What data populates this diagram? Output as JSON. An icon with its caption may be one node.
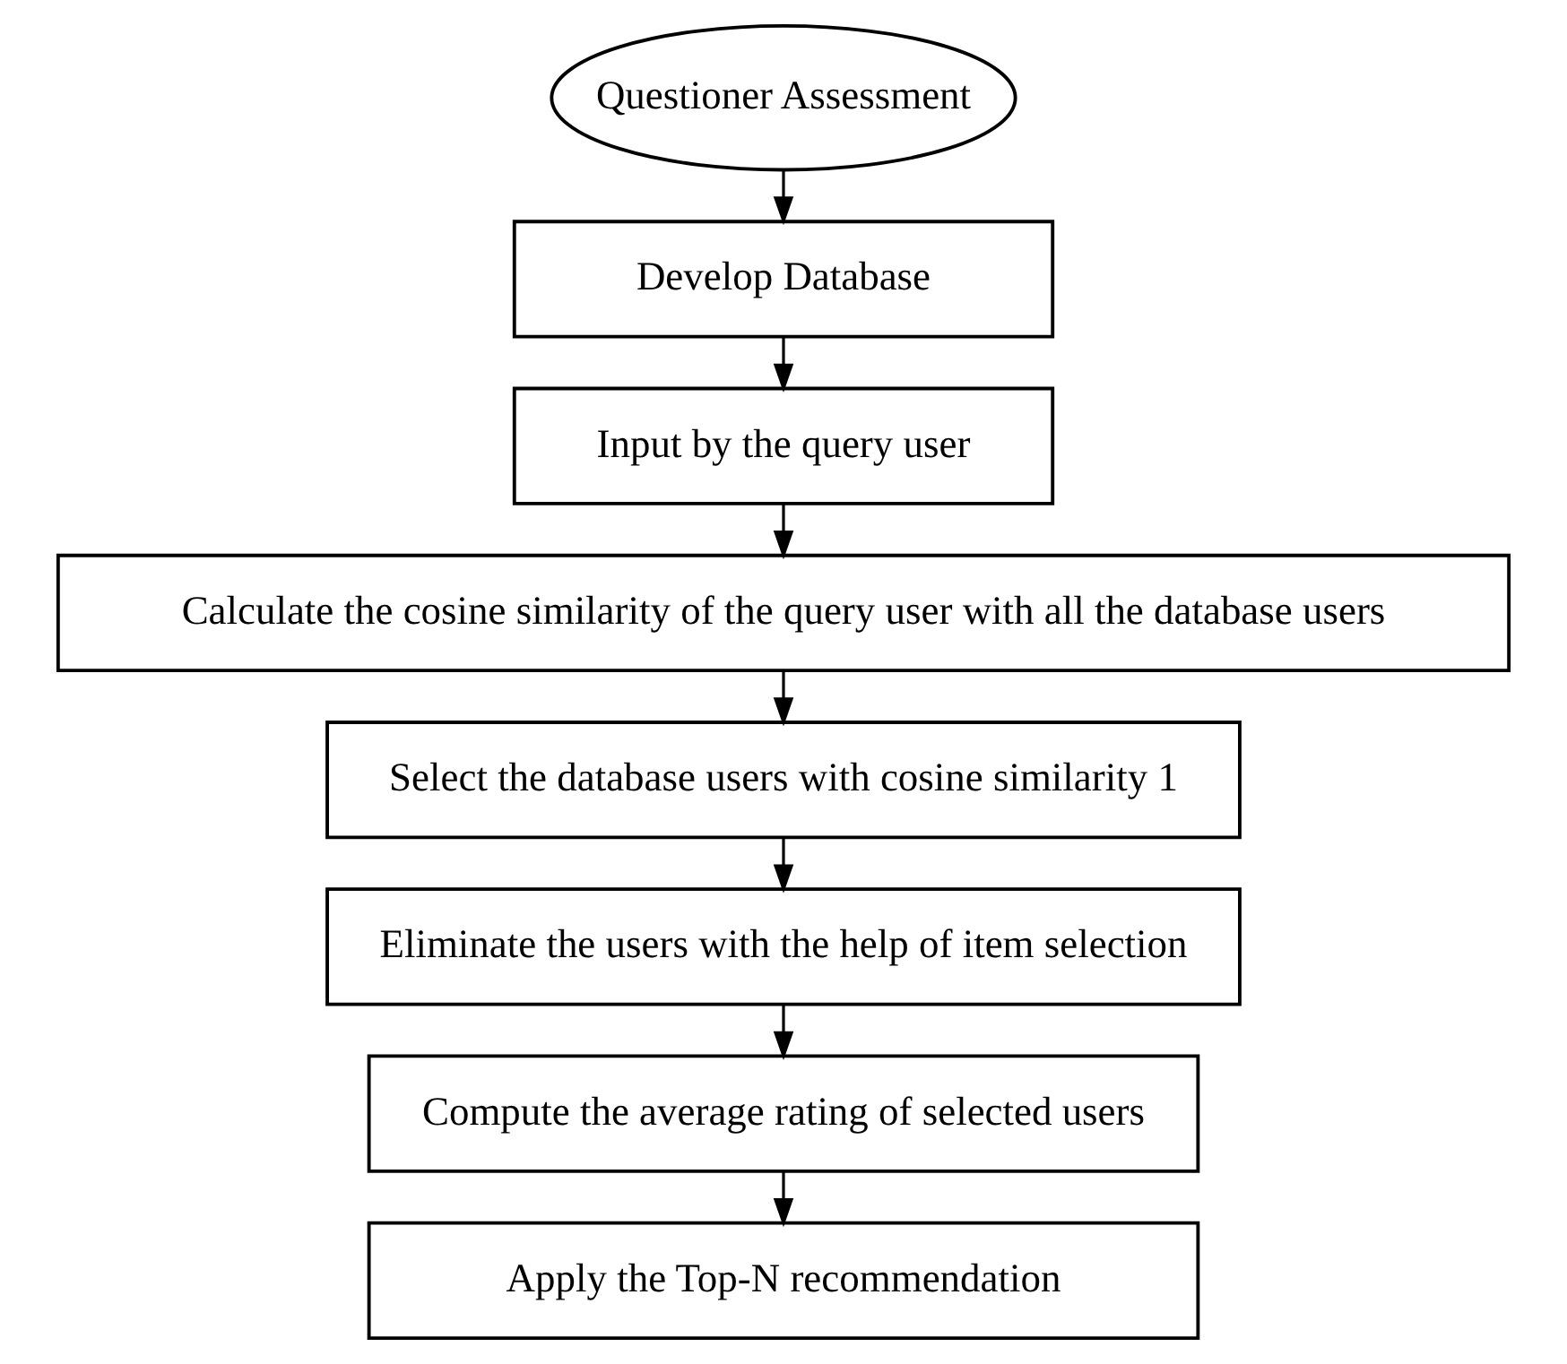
{
  "diagram": {
    "nodes": [
      {
        "text": [
          "Questioner Assessment"
        ]
      },
      {
        "text": [
          "Develop Database"
        ]
      },
      {
        "text": [
          "Input by the query user"
        ]
      },
      {
        "text": [
          "Calculate the cosine similarity of the query user with all the database users"
        ]
      },
      {
        "text": [
          "Select the database users with cosine similarity 1"
        ]
      },
      {
        "text": [
          "Eliminate the users with the help of item selection"
        ]
      },
      {
        "text": [
          "Compute the average rating of selected users"
        ]
      },
      {
        "text": [
          "Apply the Top-N recommendation"
        ]
      }
    ],
    "edges": [
      {
        "from": 0,
        "to": 1,
        "arrow": "to"
      },
      {
        "from": 1,
        "to": 2,
        "arrow": "to"
      },
      {
        "from": 2,
        "to": 3,
        "arrow": "to"
      },
      {
        "from": 3,
        "to": 4,
        "arrow": "to"
      },
      {
        "from": 4,
        "to": 5,
        "arrow": "to"
      },
      {
        "from": 5,
        "to": 6,
        "arrow": "to"
      },
      {
        "from": 6,
        "to": 7,
        "arrow": "to"
      }
    ]
  }
}
